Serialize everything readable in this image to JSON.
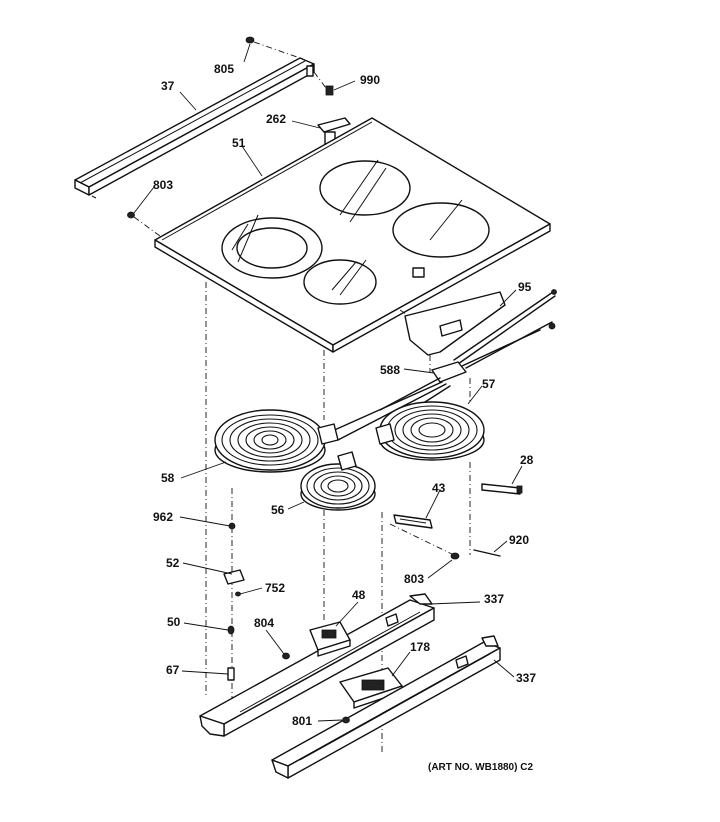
{
  "callouts": {
    "c805": "805",
    "c990": "990",
    "c37": "37",
    "c262": "262",
    "c51": "51",
    "c803a": "803",
    "c95": "95",
    "c588": "588",
    "c57": "57",
    "c58": "58",
    "c28": "28",
    "c56": "56",
    "c43": "43",
    "c962": "962",
    "c920": "920",
    "c52": "52",
    "c803b": "803",
    "c752": "752",
    "c48": "48",
    "c337a": "337",
    "c50": "50",
    "c804": "804",
    "c178": "178",
    "c67": "67",
    "c337b": "337",
    "c801": "801"
  },
  "art_number": "(ART NO. WB1880) C2"
}
